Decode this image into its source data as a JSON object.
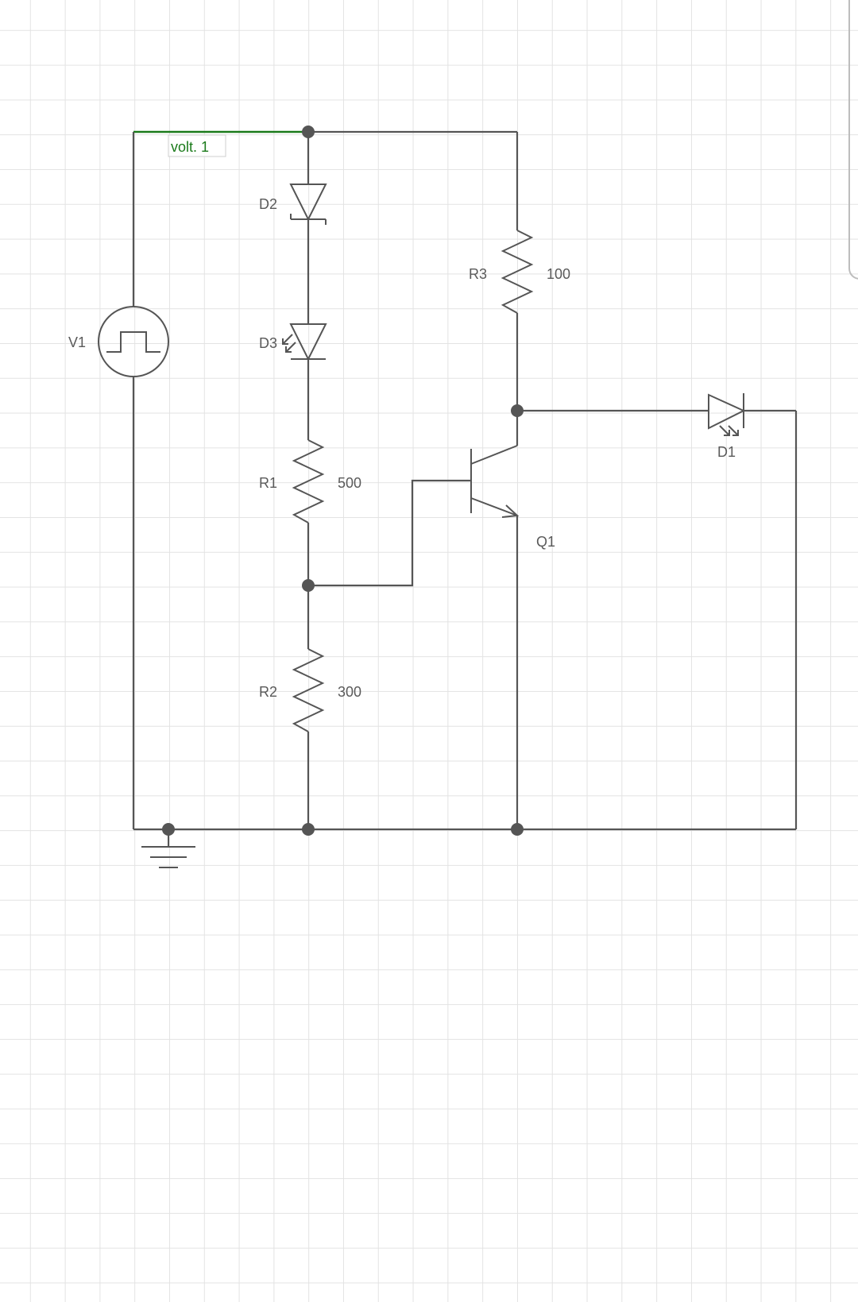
{
  "colors": {
    "wire": "#555555",
    "probe": "#1a7a1a",
    "grid": "#e3e3e3",
    "label": "#5a5a5a"
  },
  "probe": {
    "label": "volt. 1"
  },
  "components": {
    "v1": {
      "name": "V1",
      "type": "square-wave-voltage-source"
    },
    "d2": {
      "name": "D2",
      "type": "zener-diode"
    },
    "d3": {
      "name": "D3",
      "type": "photodiode"
    },
    "r1": {
      "name": "R1",
      "value": "500"
    },
    "r2": {
      "name": "R2",
      "value": "300"
    },
    "r3": {
      "name": "R3",
      "value": "100"
    },
    "q1": {
      "name": "Q1",
      "type": "npn-transistor"
    },
    "d1": {
      "name": "D1",
      "type": "led"
    },
    "gnd": {
      "type": "ground"
    }
  }
}
